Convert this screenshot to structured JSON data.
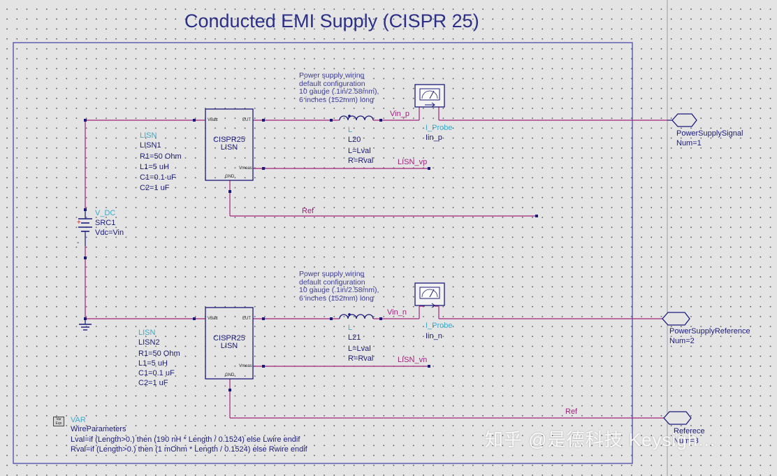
{
  "title": "Conducted EMI Supply (CISPR 25)",
  "wiring_note_top": [
    "Power supply wiring",
    "default configuration",
    "10 gauge (.1in/2.58mm),",
    "6 inches (152mm) long"
  ],
  "wiring_note_bottom": [
    "Power supply wiring",
    "default configuration",
    "10 gauge (.1in/2.58mm),",
    "6 inches (152mm) long"
  ],
  "lisn1": {
    "type": "LISN",
    "name": "LISN1",
    "params": [
      "R1=50 Ohm",
      "L1=5 uH",
      "C1=0.1 uF",
      "C2=1 uF"
    ],
    "box_label": [
      "CISPR25",
      "LISN"
    ],
    "pins": {
      "vbatt": "VBatt",
      "eut": "EUT",
      "vmeas": "Vmeas",
      "gnd": "GND"
    }
  },
  "lisn2": {
    "type": "LISN",
    "name": "LISN2",
    "params": [
      "R1=50 Ohm",
      "L1=5 uH",
      "C1=0.1 uF",
      "C2=1 uF"
    ],
    "box_label": [
      "CISPR25",
      "LISN"
    ],
    "pins": {
      "vbatt": "VBatt",
      "eut": "EUT",
      "vmeas": "Vmeas",
      "gnd": "GND"
    }
  },
  "source": {
    "type": "V_DC",
    "name": "SRC1",
    "value": "Vdc=Vin"
  },
  "inductor1": {
    "type": "L",
    "name": "L20",
    "params": [
      "L=Lval",
      "R=Rval"
    ]
  },
  "inductor2": {
    "type": "L",
    "name": "L21",
    "params": [
      "L=Lval",
      "R=Rval"
    ]
  },
  "probe1": {
    "type": "I_Probe",
    "name": "Iin_p"
  },
  "probe2": {
    "type": "I_Probe",
    "name": "Iin_n"
  },
  "nets": {
    "vin_p": "Vin_p",
    "vin_n": "Vin_n",
    "lisn_vp": "LISN_vp",
    "lisn_vn": "LISN_vn",
    "ref_top": "Ref",
    "ref_bottom": "Ref"
  },
  "ports": [
    {
      "name": "PowerSupplySignal",
      "num": "Num=1"
    },
    {
      "name": "PowerSupplyReference",
      "num": "Num=2"
    },
    {
      "name": "Referece",
      "num": "Num=3"
    }
  ],
  "var_block": {
    "icon_text": [
      "Var",
      "Eqn"
    ],
    "type": "VAR",
    "name": "WireParameters",
    "lines": [
      "Lval=if (Length>0.) then (190 nH * Length / 0.1524) else Lwire endif",
      "Rval=if (Length>0.) then (1 mOhm * Length / 0.1524) else Rwire endif"
    ]
  },
  "watermark": "知乎 @是德科技 Keysigh...",
  "colors": {
    "wire": "#a0237a",
    "frame": "#4a4aa8",
    "title": "#2b2f86",
    "component_label": "#3fa7c6",
    "instance_label": "#1a1a7a"
  }
}
